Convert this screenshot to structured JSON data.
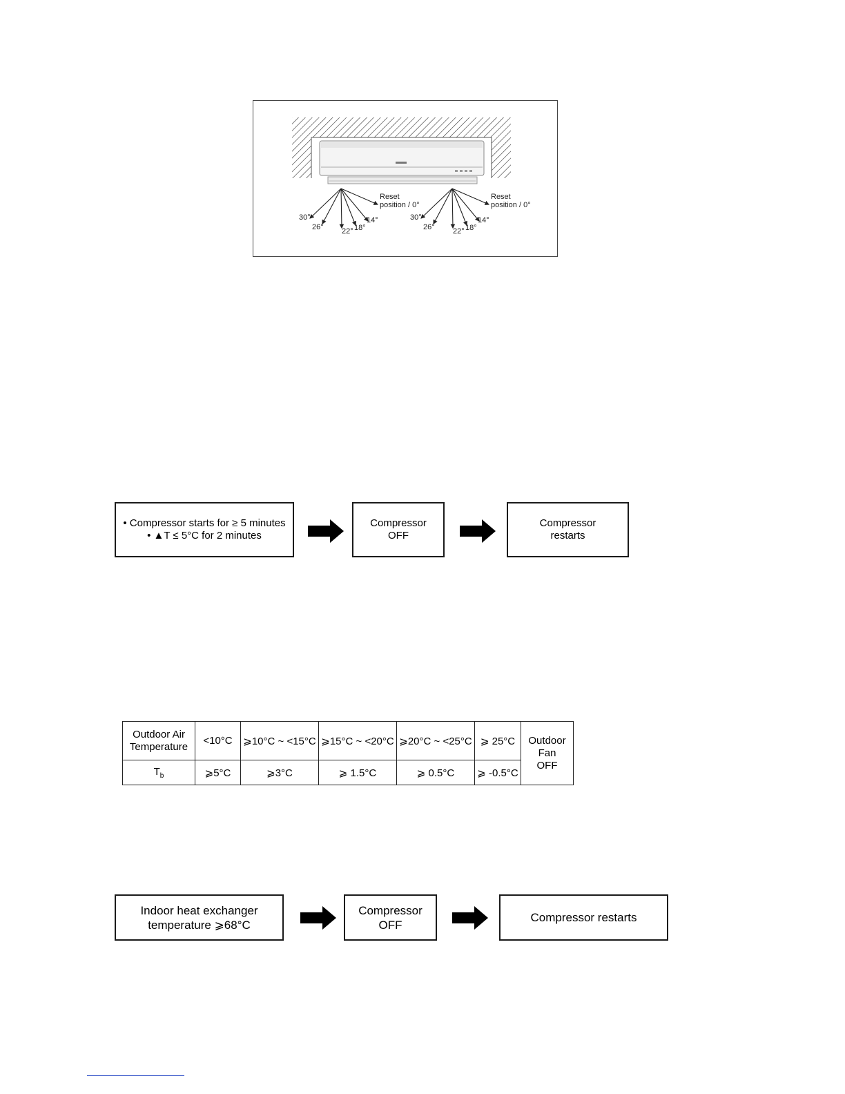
{
  "diagram": {
    "left_unit": {
      "reset_label": [
        "Reset",
        "position / 0°"
      ],
      "angles": [
        "30°",
        "26°",
        "22°",
        "18°",
        "14°"
      ]
    },
    "right_unit": {
      "reset_label": [
        "Reset",
        "position / 0°"
      ],
      "angles": [
        "30°",
        "26°",
        "22°",
        "18°",
        "14°"
      ]
    }
  },
  "flow1": {
    "box1_line1": "• Compressor starts for ≥ 5 minutes",
    "box1_line2": "• ▲T ≤ 5°C for 2 minutes",
    "box2_line1": "Compressor",
    "box2_line2": "OFF",
    "box3_line1": "Compressor",
    "box3_line2": "restarts"
  },
  "table": {
    "row1_header": [
      "Outdoor Air",
      "Temperature"
    ],
    "row1": [
      "<10°C",
      "⩾10°C ~ <15°C",
      "⩾15°C ~ <20°C",
      "⩾20°C ~ <25°C",
      "⩾ 25°C"
    ],
    "row2_header": "T",
    "row2_header_sub": "b",
    "row2": [
      "⩾5°C",
      "⩾3°C",
      "⩾ 1.5°C",
      "⩾ 0.5°C",
      "⩾ -0.5°C"
    ],
    "last_col": [
      "Outdoor",
      "Fan",
      "OFF"
    ]
  },
  "flow2": {
    "box1_line1": "Indoor heat exchanger",
    "box1_line2": "temperature ⩾68°C",
    "box2_line1": "Compressor",
    "box2_line2": "OFF",
    "box3": "Compressor restarts"
  }
}
